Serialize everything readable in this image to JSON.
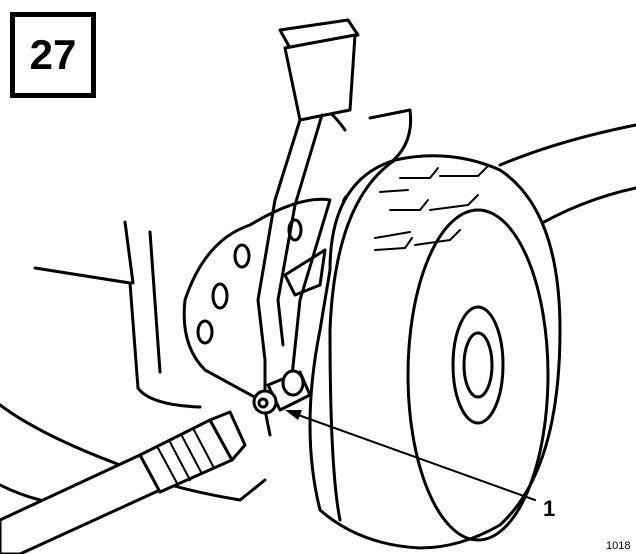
{
  "figure": {
    "number": "27",
    "callout_label": "1",
    "image_id": "1018"
  },
  "colors": {
    "line": "#000000",
    "background": "#ffffff"
  },
  "parts": [
    "wheel-icon",
    "height-adjust-lever-icon",
    "grease-fitting-icon",
    "grease-gun-nozzle-icon",
    "deck-icon"
  ]
}
